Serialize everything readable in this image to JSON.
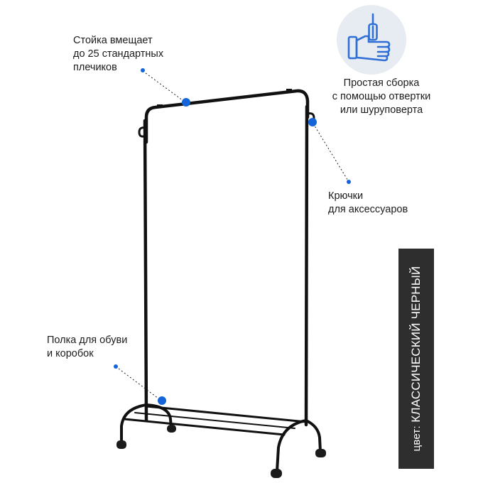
{
  "callouts": {
    "capacity": {
      "lines": [
        "Стойка вмещает",
        "до 25 стандартных",
        "плечиков"
      ]
    },
    "assembly": {
      "lines": [
        "Простая сборка",
        "с помощью отвертки",
        "или шуруповерта"
      ]
    },
    "hooks": {
      "lines": [
        "Крючки",
        "для аксессуаров"
      ]
    },
    "shelf": {
      "lines": [
        "Полка для обуви",
        "и коробок"
      ]
    }
  },
  "color_label": {
    "prefix": "цвет: ",
    "value": "КЛАССИЧЕСКИЙ ЧЕРНЫЙ"
  },
  "icons": {
    "assembly_badge": "hand-screwdriver-icon"
  },
  "colors": {
    "marker": "#1565d8",
    "icon_stroke": "#2f6fd6",
    "badge_bg": "#e7ecf2",
    "strip_bg": "#2e2e2e",
    "frame": "#111111"
  }
}
